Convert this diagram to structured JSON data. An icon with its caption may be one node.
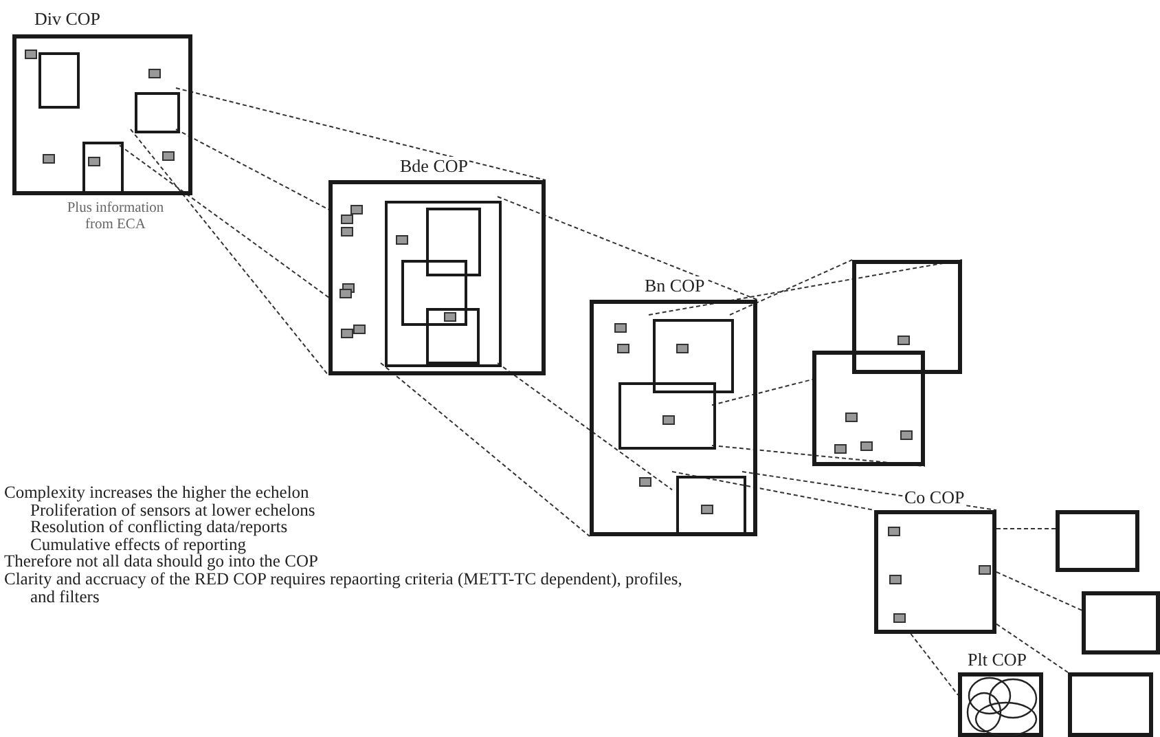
{
  "diagram": {
    "nodes": [
      {
        "text": [
          "Div COP"
        ],
        "beside": [
          "Plus information from ECA"
        ]
      },
      {
        "text": [],
        "shape": "box",
        "in": 0
      },
      {
        "text": [],
        "shape": "box",
        "in": 0
      },
      {
        "text": [],
        "shape": "box",
        "in": 0
      },
      {
        "text": [
          "Bde COP"
        ]
      },
      {
        "text": [],
        "shape": "box",
        "in": 4
      },
      {
        "text": [],
        "shape": "box",
        "in": 5
      },
      {
        "text": [],
        "shape": "box",
        "in": 5
      },
      {
        "text": [],
        "shape": "box",
        "in": 5
      },
      {
        "text": [
          "Bn COP"
        ]
      },
      {
        "text": [],
        "shape": "box",
        "in": 9
      },
      {
        "text": [],
        "shape": "box",
        "in": 9
      },
      {
        "text": [],
        "shape": "box",
        "in": 9
      },
      {
        "text": [],
        "shape": "box"
      },
      {
        "text": [],
        "shape": "box"
      },
      {
        "text": [
          "Co COP"
        ]
      },
      {
        "text": [],
        "shape": "box"
      },
      {
        "text": [],
        "shape": "box"
      },
      {
        "text": [],
        "shape": "box"
      },
      {
        "text": [
          "Plt COP"
        ]
      }
    ],
    "edges": [
      {
        "from": 2,
        "to": 4,
        "arrow": "none",
        "style": "dashed"
      },
      {
        "from": 2,
        "to": 4,
        "arrow": "none",
        "style": "dashed"
      },
      {
        "from": 2,
        "to": 4,
        "arrow": "none",
        "style": "dashed"
      },
      {
        "from": 3,
        "to": 4,
        "arrow": "none",
        "style": "dashed"
      },
      {
        "from": 5,
        "to": 9,
        "arrow": "none",
        "style": "dashed"
      },
      {
        "from": 5,
        "to": 9,
        "arrow": "none",
        "style": "dashed"
      },
      {
        "from": 5,
        "to": 12,
        "arrow": "none",
        "style": "dashed"
      },
      {
        "from": 10,
        "to": 13,
        "arrow": "none",
        "style": "dashed"
      },
      {
        "from": 10,
        "to": 13,
        "arrow": "none",
        "style": "dashed"
      },
      {
        "from": 11,
        "to": 14,
        "arrow": "none",
        "style": "dashed"
      },
      {
        "from": 11,
        "to": 14,
        "arrow": "none",
        "style": "dashed"
      },
      {
        "from": 12,
        "to": 15,
        "arrow": "none",
        "style": "dashed"
      },
      {
        "from": 12,
        "to": 15,
        "arrow": "none",
        "style": "dashed"
      },
      {
        "from": 15,
        "to": 16,
        "arrow": "none",
        "style": "dashed"
      },
      {
        "from": 15,
        "to": 17,
        "arrow": "none",
        "style": "dashed"
      },
      {
        "from": 15,
        "to": 18,
        "arrow": "none",
        "style": "dashed"
      },
      {
        "from": 15,
        "to": 19,
        "arrow": "none",
        "style": "dashed"
      }
    ],
    "labels": [
      "Complexity increases the higher the echelon",
      "Proliferation of sensors at lower echelons",
      "Resolution of conflicting data/reports",
      "Cumulative effects of reporting",
      "Therefore not all data should go into the COP",
      "Clarity and accruacy of the RED COP requires repaorting criteria (METT-TC dependent), profiles, and filters"
    ]
  }
}
